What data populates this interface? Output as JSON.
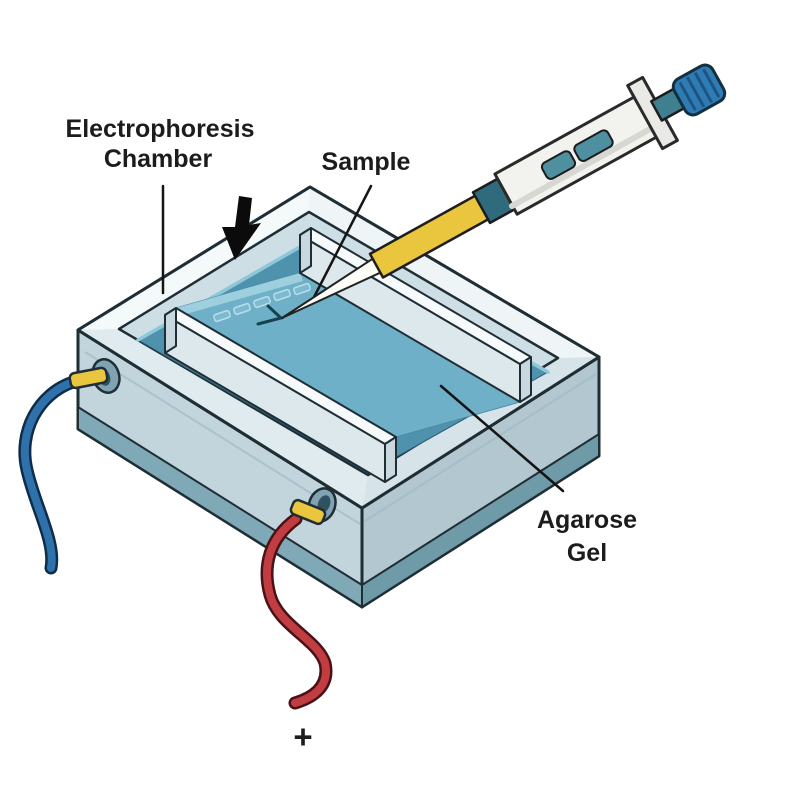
{
  "diagram": {
    "labels": {
      "chamber": {
        "line1": "Electrophoresis",
        "line2": "Chamber"
      },
      "sample": {
        "text": "Sample"
      },
      "agarose": {
        "line1": "Agarose",
        "line2": "Gel"
      },
      "terminal_positive": {
        "text": "+"
      }
    },
    "colors": {
      "background": "#ffffff",
      "outline": "#1f2d35",
      "rim": "#e9f1f3",
      "wall_left": "#c3d5dc",
      "wall_right": "#b3c7d0",
      "wall_base_left": "#7fa9b6",
      "wall_base_right": "#6f9aa8",
      "basin_wall": "#cddee5",
      "buffer": "#4e92ad",
      "buffer_highlight": "#8ec7d9",
      "gel": "#6fb0c9",
      "gel_edge": "#9dcfde",
      "well_fill": "#7db9d1",
      "well_outline": "#b9dde9",
      "dam_top": "#f7fafb",
      "dam_front": "#dde8ec",
      "dam_cap": "#c9d8df",
      "wire_negative": "#2f72ab",
      "wire_negative_dark": "#0e2d4a",
      "wire_positive": "#c23d42",
      "wire_positive_dark": "#4a1216",
      "plug": "#e9c63e",
      "port": "#7fa3b3",
      "pipette_body": "#f2f2ef",
      "pipette_tip": "#e9c63e",
      "pipette_collar": "#2f6b7c",
      "pipette_window": "#4e8fa0",
      "pipette_plunger": "#3f7f90",
      "pipette_knob": "#2e7bb5",
      "label_text": "#1c1c1c"
    }
  }
}
